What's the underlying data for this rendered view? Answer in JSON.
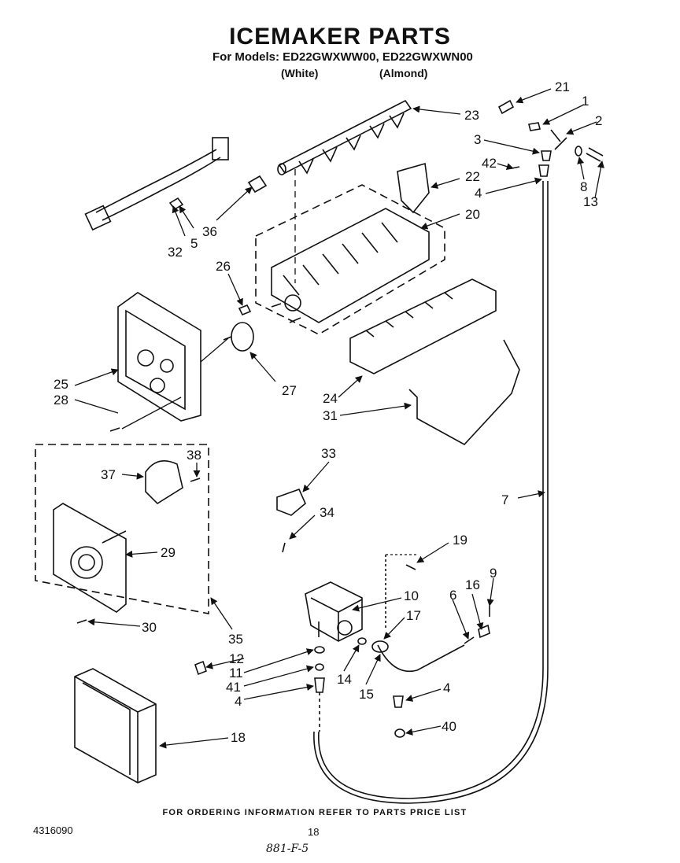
{
  "header": {
    "title": "ICEMAKER PARTS",
    "models_line": "For Models: ED22GWXWW00, ED22GWXWN00",
    "white_label": "(White)",
    "almond_label": "(Almond)"
  },
  "callouts": {
    "c1": "1",
    "c2": "2",
    "c3": "3",
    "c4a": "4",
    "c4b": "4",
    "c4c": "4",
    "c5": "5",
    "c6": "6",
    "c7": "7",
    "c8": "8",
    "c9": "9",
    "c10": "10",
    "c11": "11",
    "c12": "12",
    "c13": "13",
    "c14": "14",
    "c15": "15",
    "c16": "16",
    "c17": "17",
    "c18": "18",
    "c19": "19",
    "c20": "20",
    "c21": "21",
    "c22": "22",
    "c23": "23",
    "c24": "24",
    "c25": "25",
    "c26": "26",
    "c27": "27",
    "c28": "28",
    "c29": "29",
    "c30": "30",
    "c31": "31",
    "c32": "32",
    "c33": "33",
    "c34": "34",
    "c35": "35",
    "c36": "36",
    "c37": "37",
    "c38": "38",
    "c40": "40",
    "c41": "41",
    "c42": "42"
  },
  "footer": {
    "ordering_note": "FOR ORDERING INFORMATION REFER TO PARTS PRICE LIST",
    "doc_number": "4316090",
    "page_number": "18",
    "handwritten_note": "881-F-5"
  }
}
